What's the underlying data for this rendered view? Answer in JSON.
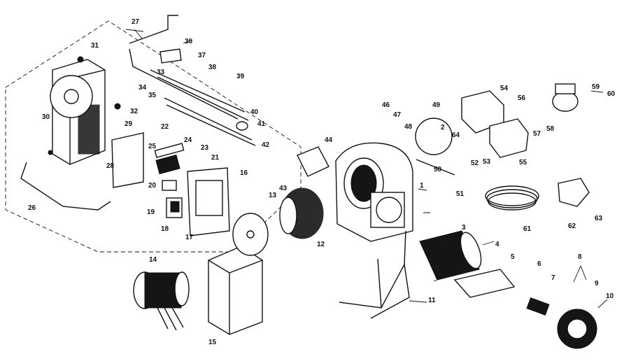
{
  "diagram": {
    "labels": [
      "1",
      "2",
      "3",
      "4",
      "5",
      "6",
      "7",
      "8",
      "9",
      "10",
      "11",
      "12",
      "13",
      "14",
      "15",
      "16",
      "17",
      "18",
      "19",
      "20",
      "21",
      "22",
      "23",
      "24",
      "25",
      "26",
      "27",
      "28",
      "29",
      "30",
      "31",
      "32",
      "33",
      "34",
      "35",
      "36",
      "37",
      "38",
      "39",
      "40",
      "41",
      "42",
      "43",
      "44",
      "46",
      "47",
      "48",
      "49",
      "50",
      "51",
      "52",
      "53",
      "54",
      "55",
      "56",
      "57",
      "58",
      "59",
      "60",
      "61",
      "62",
      "63",
      "64"
    ]
  }
}
